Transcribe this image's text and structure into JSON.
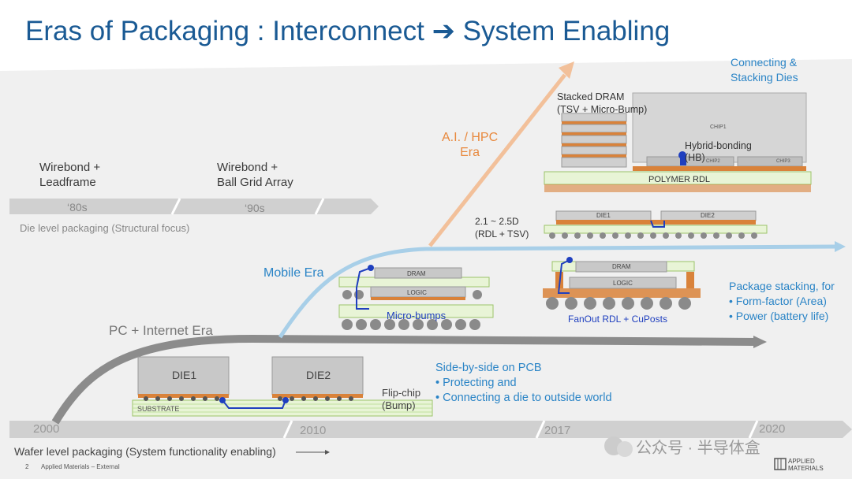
{
  "title": "Eras of Packaging : Interconnect ➔ System Enabling",
  "eras": {
    "wirebond_leadframe": [
      "Wirebond +",
      "Leadframe"
    ],
    "wirebond_bga": [
      "Wirebond +",
      "Ball Grid Array"
    ],
    "decade_80s": "‘80s",
    "decade_90s": "‘90s",
    "die_level": "Die level packaging (Structural focus)",
    "pc_internet": "PC + Internet Era",
    "mobile": "Mobile Era",
    "ai_hpc": [
      "A.I. / HPC",
      "Era"
    ],
    "connecting_stacking": [
      "Connecting &",
      "Stacking Dies"
    ]
  },
  "timeline": {
    "years": [
      "2000",
      "2010",
      "2017",
      "2020"
    ],
    "wafer_level": "Wafer level packaging (System functionality enabling)"
  },
  "packages": {
    "die1": "DIE1",
    "die2": "DIE2",
    "substrate": "SUBSTRATE",
    "flipchip": [
      "Flip-chip",
      "(Bump)"
    ],
    "dram": "DRAM",
    "logic": "LOGIC",
    "microbumps": "Micro-bumps",
    "fanout": "FanOut RDL + CuPosts",
    "interposer_die1": "DIE1",
    "interposer_die2": "DIE2",
    "rdl_tsv": [
      "2.1 ~ 2.5D",
      "(RDL + TSV)"
    ],
    "stacked_dram": [
      "Stacked DRAM",
      "(TSV + Micro-Bump)"
    ],
    "chip1": "CHIP1",
    "chip2": "CHIP2",
    "chip3": "CHIP3",
    "hybrid": [
      "Hybrid-bonding",
      "(HB)"
    ],
    "polymer_rdl": "POLYMER RDL"
  },
  "descriptions": {
    "side_by_side": [
      "Side-by-side on PCB",
      "• Protecting and",
      "• Connecting a die to outside world"
    ],
    "package_stacking": [
      "Package stacking, for",
      "• Form-factor (Area)",
      "• Power (battery life)"
    ]
  },
  "footer": {
    "page": "2",
    "company": "Applied Materials – External",
    "watermark": "公众号 · 半导体盒",
    "logo": [
      "APPLIED",
      "MATERIALS"
    ]
  },
  "colors": {
    "title": "#1a5a94",
    "mobile_arrow": "#a8cfe8",
    "ai_arrow": "#f2c09a",
    "pc_arrow": "#8c8c8c",
    "panel": "#efefef",
    "bump_blue": "#1f3fbf",
    "copper": "#d9823a"
  }
}
